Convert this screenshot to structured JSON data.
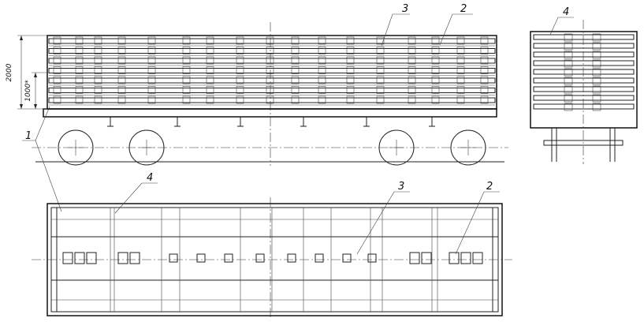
{
  "callouts": {
    "c1": "1",
    "c2_side": "2",
    "c3_side": "3",
    "c4_end": "4",
    "c4_plan": "4",
    "c3_plan": "3",
    "c2_plan": "2"
  },
  "dimensions": {
    "total_height": "2000",
    "tier_height": "1000*"
  },
  "colors": {
    "line": "#222222",
    "background": "#ffffff"
  }
}
